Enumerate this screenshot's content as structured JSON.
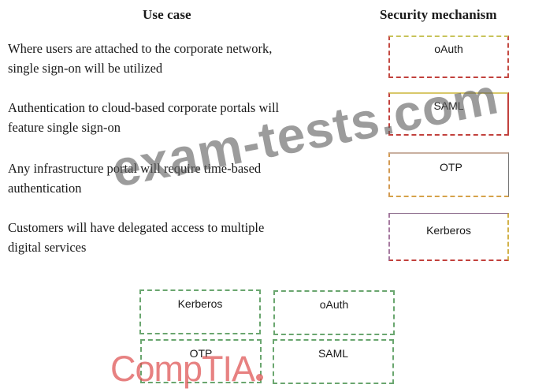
{
  "headers": {
    "use_case": "Use case",
    "security_mechanism": "Security mechanism"
  },
  "use_cases": [
    {
      "line1": "Where users are attached to the corporate network,",
      "line2": "single sign-on will be utilized",
      "answer": "oAuth"
    },
    {
      "line1": "Authentication to cloud-based corporate portals will",
      "line2": "feature single sign-on",
      "answer": "SAML"
    },
    {
      "line1": "Any infrastructure portal will require time-based",
      "line2": "authentication",
      "answer": "OTP"
    },
    {
      "line1": "Customers will have delegated access to multiple",
      "line2": "digital services",
      "answer": "Kerberos"
    }
  ],
  "options": [
    "Kerberos",
    "oAuth",
    "OTP",
    "SAML"
  ],
  "watermarks": {
    "site": "exam-tests.com",
    "logo": "CompTIA"
  },
  "colors": {
    "box_border_red": "#c2413d",
    "box_border_yellow": "#c8c35a",
    "tile_border_green": "#6aa66f",
    "logo_red": "#de5050"
  }
}
